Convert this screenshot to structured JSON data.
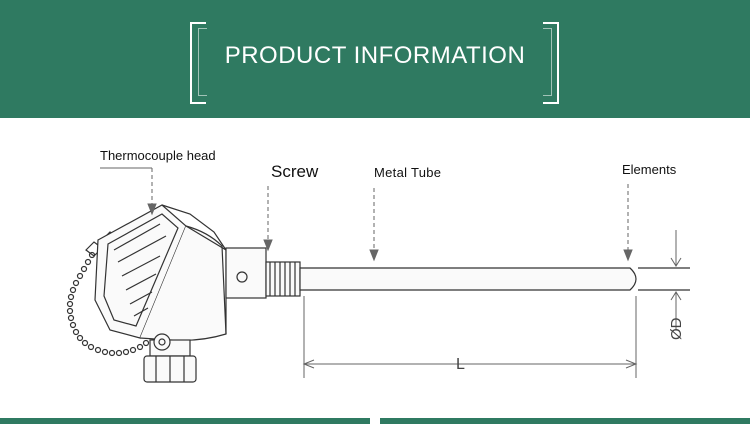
{
  "banner": {
    "title": "PRODUCT INFORMATION"
  },
  "labels": {
    "thermocouple_head": "Thermocouple head",
    "screw": "Screw",
    "metal_tube": "Metal  Tube",
    "elements": "Elements",
    "length": "L",
    "diameter": "ØD"
  },
  "colors": {
    "banner_green": "#2f7a61",
    "line": "#333333"
  }
}
